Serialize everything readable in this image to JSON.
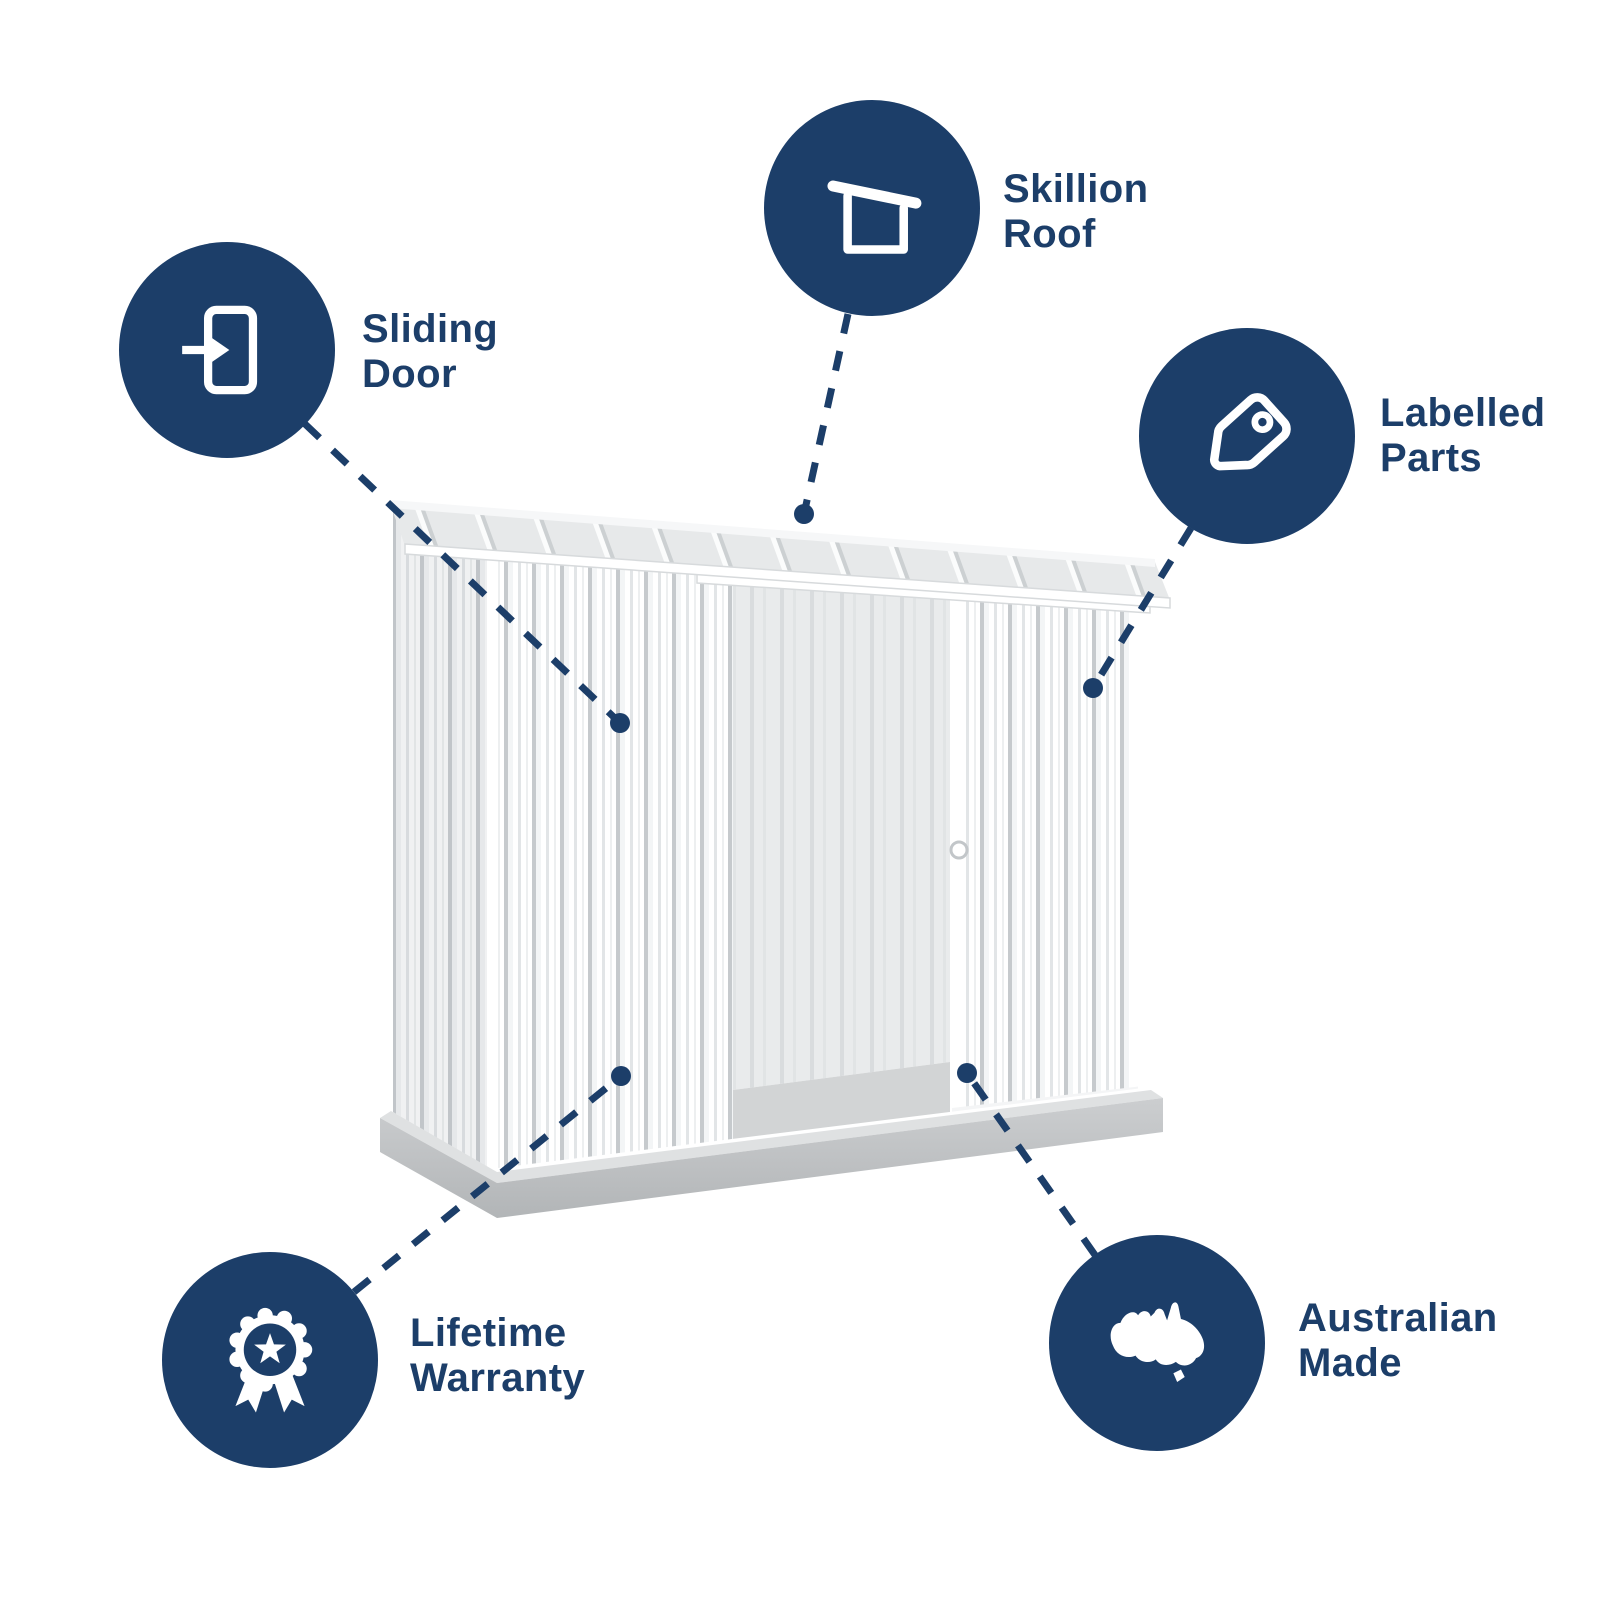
{
  "page": {
    "background": "#ffffff"
  },
  "brand": {
    "navy": "#1C3E69",
    "shed_panel_white": "#ffffff",
    "shed_rib_gray": "#c6cacd",
    "roof_gray": "#e7e9ea",
    "slab_gray": "#bfc2c4",
    "interior_gray": "#e9ebec"
  },
  "illustration": {
    "subject": "White corrugated metal garden shed with skillion roof, open sliding door and concrete slab base"
  },
  "features": [
    {
      "id": "sliding-door",
      "label_line1": "Sliding",
      "label_line2": "Door",
      "icon": "sliding-door-icon"
    },
    {
      "id": "skillion-roof",
      "label_line1": "Skillion",
      "label_line2": "Roof",
      "icon": "skillion-roof-icon"
    },
    {
      "id": "labelled-parts",
      "label_line1": "Labelled",
      "label_line2": "Parts",
      "icon": "price-tag-icon"
    },
    {
      "id": "lifetime-warranty",
      "label_line1": "Lifetime",
      "label_line2": "Warranty",
      "icon": "award-rosette-icon"
    },
    {
      "id": "australian-made",
      "label_line1": "Australian",
      "label_line2": "Made",
      "icon": "australia-map-icon"
    }
  ]
}
